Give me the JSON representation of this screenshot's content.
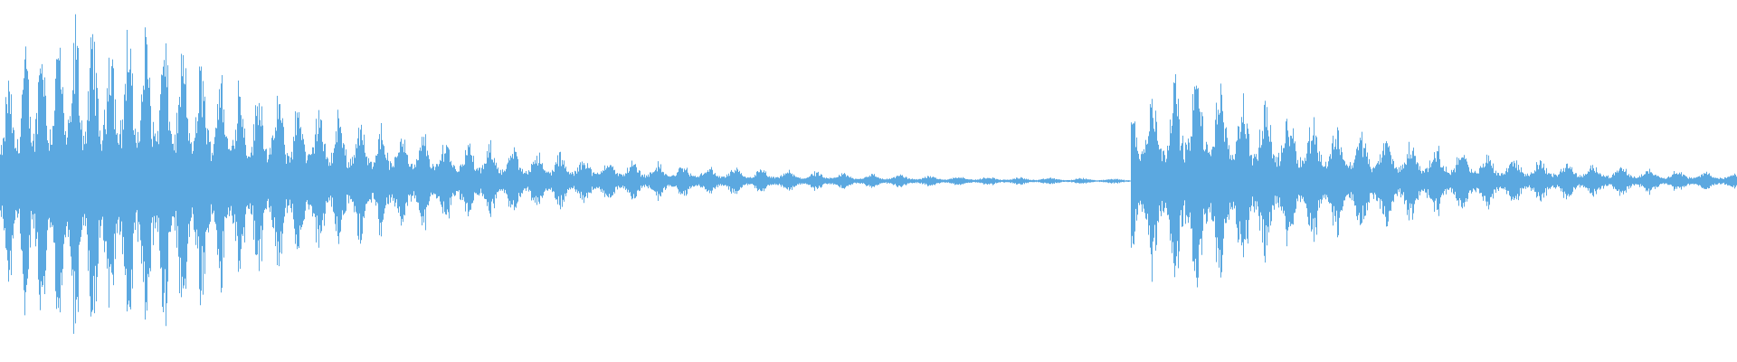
{
  "waveform": {
    "color": "#5ba8e0",
    "background": "#ffffff",
    "segments": [
      {
        "name": "first-burst",
        "start_fraction": 0.0,
        "end_fraction": 0.65,
        "peak_amplitude": 0.9
      },
      {
        "name": "second-burst",
        "start_fraction": 0.65,
        "end_fraction": 1.0,
        "peak_amplitude": 0.6
      }
    ]
  }
}
